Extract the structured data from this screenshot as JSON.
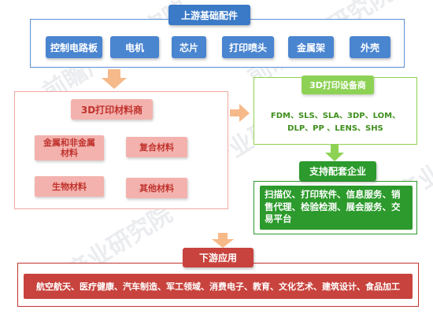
{
  "watermark": "前瞻产业研究院",
  "upstream": {
    "title": "上游基础配件",
    "items": [
      "控制电路板",
      "电机",
      "芯片",
      "打印喷头",
      "金属架",
      "外壳"
    ]
  },
  "materials": {
    "title": "3D打印材料商",
    "items": [
      "金属和非金属材料",
      "复合材料",
      "生物材料",
      "其他材料"
    ]
  },
  "equipment": {
    "title": "3D打印设备商",
    "line1": "FDM、SLS、SLA、3DP、LOM、",
    "line2": "DLP、PP 、LENS、SHS"
  },
  "support": {
    "title": "支持配套企业",
    "text": "扫描仪、打印软件、信息服务、销售代理、检验检测、展会服务、交易平台"
  },
  "downstream": {
    "title": "下游应用",
    "text": "航空航天、医疗健康、汽车制造、军工领域、消费电子、教育、文化艺术、建筑设计、食品加工"
  },
  "colors": {
    "upstream": "#4a85d0",
    "materials": "#f3b2ad",
    "equipment": "#8ed255",
    "support": "#2c9a2c",
    "downstream": "#c8433d",
    "arrow": "#f6b98a"
  }
}
